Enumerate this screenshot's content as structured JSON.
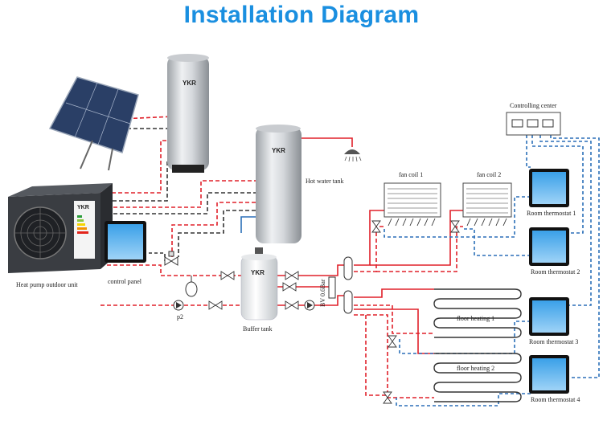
{
  "title": "Installation Diagram",
  "labels": {
    "hot_water_tank": "Hot water tank",
    "controlling_center": "Controlling center",
    "fan_coil_1": "fan coil 1",
    "fan_coil_2": "fan coil 2",
    "room_thermostat_1": "Room thermostat 1",
    "room_thermostat_2": "Room thermostat 2",
    "room_thermostat_3": "Room thermostat 3",
    "room_thermostat_4": "Room thermostat 4",
    "heat_pump_outdoor_unit": "Heat pump outdoor unit",
    "control_panel": "control panel",
    "buffer_tank": "Buffer tank",
    "p2": "p2",
    "bv": "BV 0.6Bar",
    "floor_heating_1": "floor heating 1",
    "floor_heating_2": "floor heating 2"
  },
  "brand": "YKR",
  "colors": {
    "title": "#1a8fe0",
    "hot_pipe": "#e0202a",
    "cold_pipe": "#2b6fb8",
    "return_pipe": "#333333"
  }
}
